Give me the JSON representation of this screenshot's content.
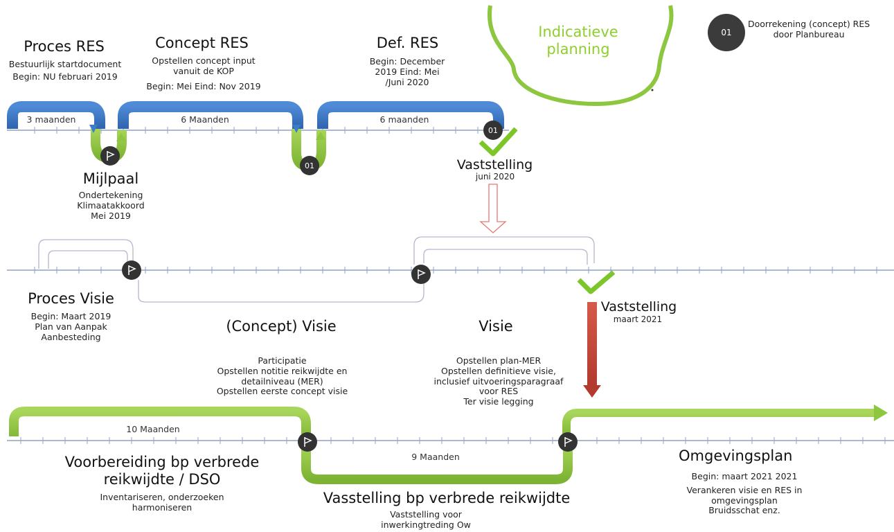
{
  "legend": {
    "badge": "01",
    "text": [
      "Doorrekening (concept) RES",
      "door Planbureau"
    ]
  },
  "indicative": [
    "Indicatieve",
    "planning"
  ],
  "res_track": {
    "proces": {
      "title": "Proces RES",
      "lines": [
        "Bestuurlijk  startdocument",
        "Begin: NU februari 2019"
      ],
      "duration": "3 maanden"
    },
    "concept": {
      "title": "Concept RES",
      "lines": [
        "Opstellen concept input",
        "vanuit de KOP",
        "Begin: Mei  Eind: Nov 2019"
      ],
      "duration": "6 Maanden"
    },
    "def": {
      "title": "Def. RES",
      "lines": [
        "Begin: December",
        "2019 Eind: Mei",
        "/Juni 2020"
      ],
      "duration": "6 maanden"
    },
    "badge_a": "01",
    "badge_b": "01",
    "mijlpaal": {
      "title": "Mijlpaal",
      "lines": [
        "Ondertekening",
        "Klimaatakkoord",
        "Mei 2019"
      ]
    },
    "vaststelling": {
      "title": "Vaststelling",
      "date": "juni 2020"
    }
  },
  "visie_track": {
    "proces": {
      "title": "Proces Visie",
      "lines": [
        "Begin: Maart 2019",
        "Plan van Aanpak",
        "Aanbesteding"
      ]
    },
    "concept_title": "(Concept) Visie",
    "concept_lines": [
      "Participatie",
      "Opstellen notitie reikwijdte en",
      "detailniveau (MER)",
      "Opstellen eerste concept visie"
    ],
    "visie_title": "Visie",
    "visie_lines": [
      "Opstellen plan-MER",
      "Opstellen definitieve visie,",
      "inclusief uitvoeringsparagraaf",
      "voor RES",
      "Ter visie legging"
    ],
    "vaststelling": {
      "title": "Vaststelling",
      "date": "maart 2021"
    }
  },
  "bp_track": {
    "duration_a": "10 Maanden",
    "duration_b": "9 Maanden",
    "voorbereiding": {
      "title": [
        "Voorbereiding bp verbrede",
        "reikwijdte / DSO"
      ],
      "lines": [
        "Inventariseren, onderzoeken",
        "harmoniseren"
      ]
    },
    "vasstelling": {
      "title": "Vasstelling bp verbrede reikwijdte",
      "lines": [
        "Vaststelling voor",
        "inwerkingtreding Ow"
      ]
    },
    "omgevingsplan": {
      "title": "Omgevingsplan",
      "lines": [
        "Begin: maart 2021 2021",
        "Verankeren visie en RES in",
        "omgevingsplan",
        "Bruidsschat enz."
      ]
    }
  },
  "colors": {
    "blue": "#3f7cc8",
    "green": "#8dc63f",
    "check": "#7dc62a",
    "red": "#c0392b",
    "axis": "#8fa3c4"
  }
}
